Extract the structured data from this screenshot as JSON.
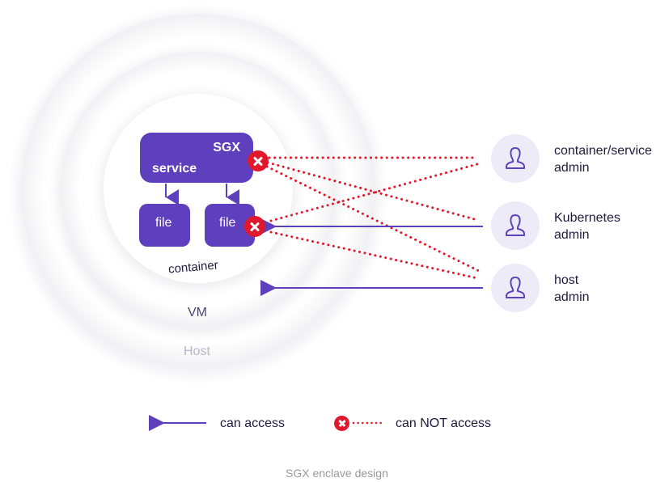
{
  "diagram": {
    "layers": {
      "container": "container",
      "vm": "VM",
      "host": "Host"
    },
    "enclave": {
      "badge": "SGX",
      "service_label": "service",
      "files": [
        "file",
        "file"
      ]
    },
    "actors": [
      {
        "line1": "container/service",
        "line2": "admin",
        "icon": "user-icon"
      },
      {
        "line1": "Kubernetes",
        "line2": "admin",
        "icon": "user-icon"
      },
      {
        "line1": "host",
        "line2": "admin",
        "icon": "user-icon"
      }
    ],
    "legend": {
      "can_access": "can access",
      "cannot_access": "can NOT access"
    },
    "caption": "SGX enclave design",
    "colors": {
      "accent_purple": "#5e40be",
      "deny_red": "#e0182b",
      "avatar_bg": "#eeebf8",
      "text_dark": "#1f1a3d",
      "vm_text": "#4a4470",
      "host_text": "#b9b5cc",
      "caption_text": "#9a9a9a"
    }
  }
}
